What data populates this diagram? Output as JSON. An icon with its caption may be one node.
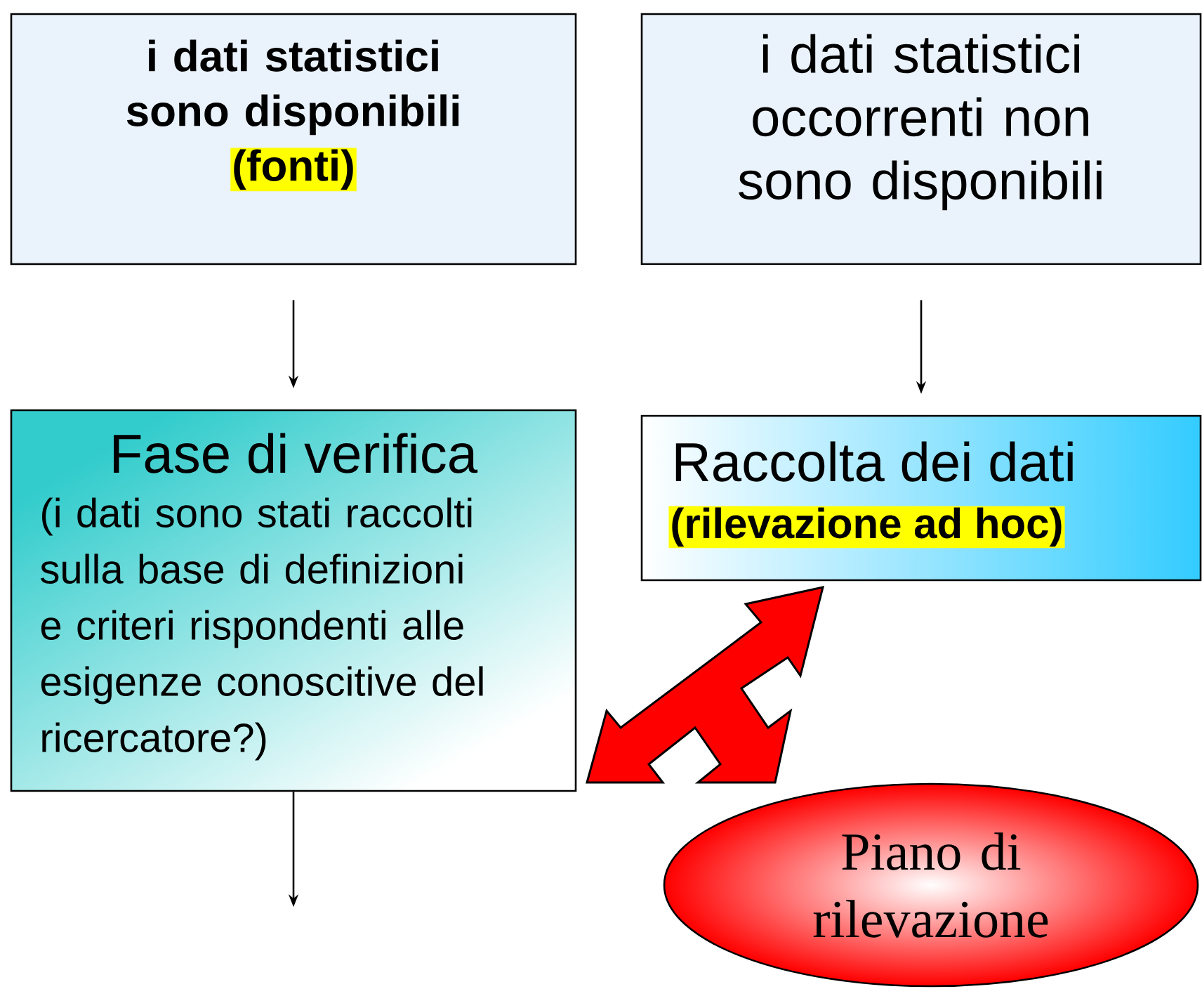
{
  "diagram": {
    "nodes": [
      {
        "text": [
          "i dati statistici sono disponibili",
          "(fonti)"
        ]
      },
      {
        "text": [
          "i dati statistici occorrenti non sono disponibili"
        ]
      },
      {
        "text": [
          "Fase di verifica",
          "(i dati sono stati raccolti sulla base di definizioni e criteri rispondenti alle esigenze conoscitive del ricercatore?)"
        ]
      },
      {
        "text": [
          "Raccolta dei dati",
          "(rilevazione ad hoc)"
        ]
      },
      {
        "text": [
          "Piano di rilevazione"
        ]
      }
    ],
    "edges": [
      {
        "from": 0,
        "to": 2,
        "arrow": "to"
      },
      {
        "from": 1,
        "to": 3,
        "arrow": "to"
      },
      {
        "from": 2,
        "to": null,
        "arrow": "to"
      },
      {
        "from": 4,
        "to": 2,
        "arrow": "both",
        "style": "thick",
        "color": "#ff0000"
      },
      {
        "from": 4,
        "to": 3,
        "arrow": "to",
        "style": "thick",
        "color": "#ff0000"
      }
    ]
  }
}
